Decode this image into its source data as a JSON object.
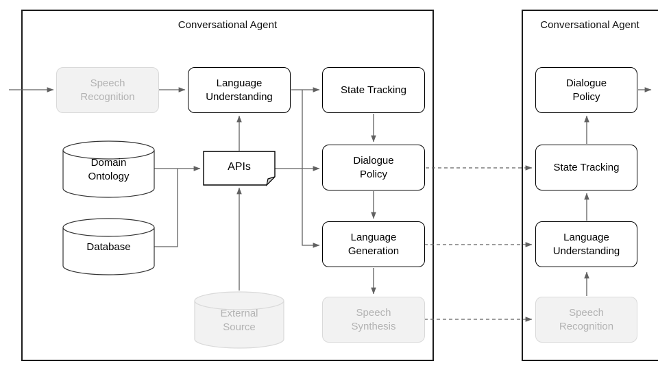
{
  "colors": {
    "node_border": "#000000",
    "node_fill": "#ffffff",
    "gray_fill": "#f2f2f2",
    "gray_border": "#d9d9d9",
    "gray_text": "#b3b3b3",
    "connector": "#616161",
    "container_border": "#1b1b1b"
  },
  "left_agent": {
    "title": "Conversational Agent",
    "nodes": {
      "speech_recognition": "Speech\nRecognition",
      "language_understanding": "Language\nUnderstanding",
      "state_tracking": "State Tracking",
      "dialogue_policy": "Dialogue\nPolicy",
      "language_generation": "Language\nGeneration",
      "speech_synthesis": "Speech\nSynthesis",
      "domain_ontology": "Domain\nOntology",
      "database": "Database",
      "apis": "APIs",
      "external_source": "External\nSource"
    }
  },
  "right_agent": {
    "title": "Conversational Agent",
    "nodes": {
      "dialogue_policy": "Dialogue\nPolicy",
      "state_tracking": "State Tracking",
      "language_understanding": "Language\nUnderstanding",
      "speech_recognition": "Speech\nRecognition"
    }
  },
  "edges": [
    {
      "from": "user-input",
      "to": "left.speech_recognition",
      "style": "solid-arrow"
    },
    {
      "from": "left.speech_recognition",
      "to": "left.language_understanding",
      "style": "solid-arrow"
    },
    {
      "from": "left.language_understanding",
      "to": "left.state_tracking",
      "style": "solid-arrow"
    },
    {
      "from": "left.language_understanding",
      "to": "left.language_generation",
      "style": "solid-arrow"
    },
    {
      "from": "left.domain_ontology",
      "to": "left.apis",
      "style": "solid-arrow"
    },
    {
      "from": "left.database",
      "to": "left.apis",
      "style": "solid-arrow"
    },
    {
      "from": "left.external_source",
      "to": "left.apis",
      "style": "solid-arrow"
    },
    {
      "from": "left.apis",
      "to": "left.language_understanding",
      "style": "solid-arrow"
    },
    {
      "from": "left.apis",
      "to": "left.dialogue_policy",
      "style": "solid-arrow"
    },
    {
      "from": "left.state_tracking",
      "to": "left.dialogue_policy",
      "style": "solid-arrow"
    },
    {
      "from": "left.dialogue_policy",
      "to": "left.language_generation",
      "style": "solid-arrow"
    },
    {
      "from": "left.language_generation",
      "to": "left.speech_synthesis",
      "style": "solid-arrow"
    },
    {
      "from": "left.dialogue_policy",
      "to": "right.state_tracking",
      "style": "dashed-arrow"
    },
    {
      "from": "left.language_generation",
      "to": "right.language_understanding",
      "style": "dashed-arrow"
    },
    {
      "from": "left.speech_synthesis",
      "to": "right.speech_recognition",
      "style": "dashed-arrow"
    },
    {
      "from": "right.speech_recognition",
      "to": "right.language_understanding",
      "style": "solid-arrow"
    },
    {
      "from": "right.language_understanding",
      "to": "right.state_tracking",
      "style": "solid-arrow"
    },
    {
      "from": "right.state_tracking",
      "to": "right.dialogue_policy",
      "style": "solid-arrow"
    },
    {
      "from": "right.dialogue_policy",
      "to": "output",
      "style": "solid-arrow"
    }
  ]
}
